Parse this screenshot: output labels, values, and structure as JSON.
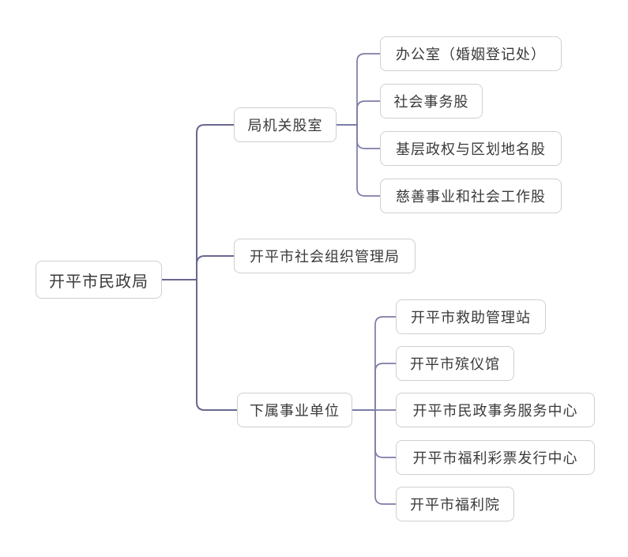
{
  "diagram": {
    "type": "mindmap-org-chart",
    "root": {
      "label": "开平市民政局"
    },
    "branches": [
      {
        "label": "局机关股室",
        "children": [
          {
            "label": "办公室（婚姻登记处）"
          },
          {
            "label": "社会事务股"
          },
          {
            "label": "基层政权与区划地名股"
          },
          {
            "label": "慈善事业和社会工作股"
          }
        ]
      },
      {
        "label": "开平市社会组织管理局",
        "children": []
      },
      {
        "label": "下属事业单位",
        "children": [
          {
            "label": "开平市救助管理站"
          },
          {
            "label": "开平市殡仪馆"
          },
          {
            "label": "开平市民政事务服务中心"
          },
          {
            "label": "开平市福利彩票发行中心"
          },
          {
            "label": "开平市福利院"
          }
        ]
      }
    ],
    "colors": {
      "line_level1": "#68688f",
      "line_level2": "#7c7ca8",
      "node_border": "#cfcfcf",
      "node_background": "#ffffff",
      "text": "#3a3a3a",
      "canvas_background": "#ffffff"
    }
  }
}
